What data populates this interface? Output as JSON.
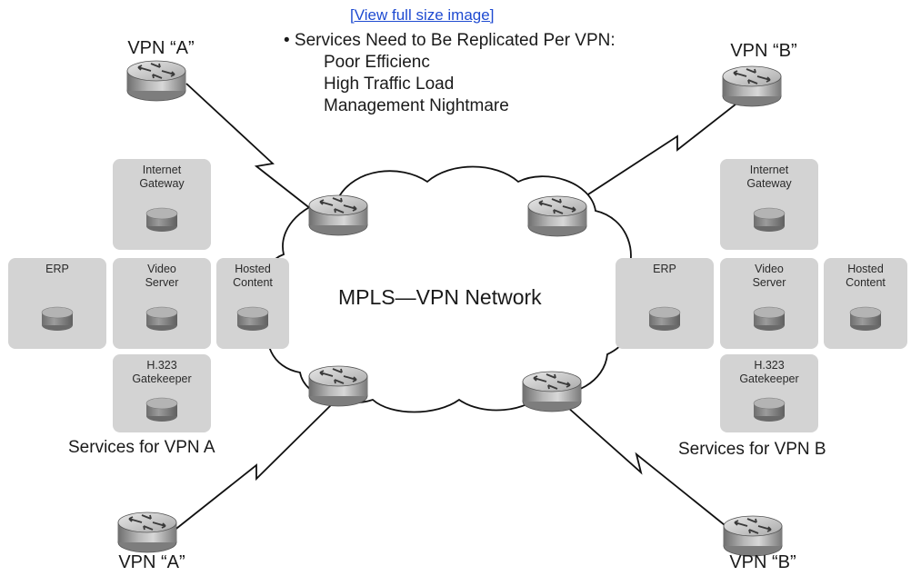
{
  "link": {
    "view_full_size": "[View full size image]"
  },
  "bullets": {
    "heading": "• Services Need to Be Replicated Per VPN:",
    "items": [
      "Poor Efficienc",
      "High Traffic Load",
      "Management Nightmare"
    ]
  },
  "cloud": {
    "label": "MPLS—VPN Network"
  },
  "vpn_labels": {
    "top_left": "VPN “A”",
    "top_right": "VPN “B”",
    "bottom_left": "VPN “A”",
    "bottom_right": "VPN “B”"
  },
  "services_a": {
    "label": "Services for VPN A",
    "boxes": {
      "internet_gateway": "Internet\nGateway",
      "erp": "ERP",
      "video_server": "Video\nServer",
      "hosted_content": "Hosted\nContent",
      "h323_gatekeeper": "H.323\nGatekeeper"
    }
  },
  "services_b": {
    "label": "Services for VPN B",
    "boxes": {
      "internet_gateway": "Internet\nGateway",
      "erp": "ERP",
      "video_server": "Video\nServer",
      "hosted_content": "Hosted\nContent",
      "h323_gatekeeper": "H.323\nGatekeeper"
    }
  }
}
